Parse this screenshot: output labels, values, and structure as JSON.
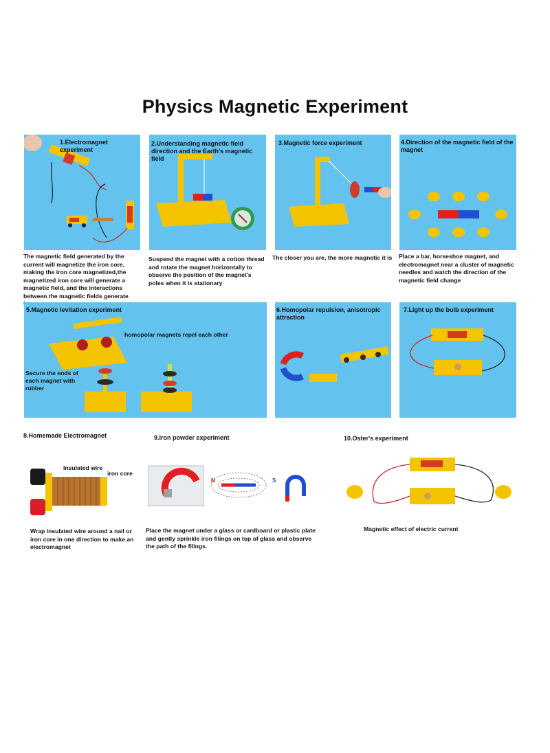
{
  "page_title": "Physics Magnetic Experiment",
  "experiments": [
    {
      "num_title": "1.Electromagnet experiment",
      "description": "The magnetic field generated by the current will magnetize the iron core, making the iron core magnetized,the magnetized iron core will generate a magnetic field, and the interactions between the magnetic fields generate forces"
    },
    {
      "num_title": "2.Understanding magnetic field direction and the Earth's magnetic field",
      "description": "Suspend the magnet with a cotton thread and rotate the magnet horizontally to observe the position of the magnet's poles when it is stationary"
    },
    {
      "num_title": "3.Magnetic force experiment",
      "description": "The closer you are, the more magnetic it is"
    },
    {
      "num_title": "4.Direction of the magnetic field of the magnet",
      "description": "Place a bar, horseshoe magnet, and electromagnet near a cluster of magnetic needles and watch the direction of the magnetic field change"
    },
    {
      "num_title": "5.Magnetic levitation experiment",
      "labels": [
        "homopolar magnets repel each other",
        "Secure the ends of each magnet with rubber"
      ]
    },
    {
      "num_title": "6.Homopolar repulsion, anisotropic attraction"
    },
    {
      "num_title": "7.Light up the bulb experiment"
    },
    {
      "num_title": "8.Homemade Electromagnet",
      "labels": [
        "Insulated wire",
        "iron core"
      ],
      "description": "Wrap insulated wire around a nail or iron core in one direction to make an electromagnet"
    },
    {
      "num_title": "9.Iron powder experiment",
      "pole_labels": [
        "N",
        "S"
      ],
      "description": "Place the magnet under a glass or cardboard or plastic plate and gently sprinkle iron filings on top of glass and observe the path of the filings."
    },
    {
      "num_title": "10.Oster's experiment",
      "description": "Magnetic effect of electric current"
    }
  ],
  "colors": {
    "panel_bg": "#63c3ee",
    "equipment_yellow": "#f5c400",
    "magnet_red": "#e02020",
    "magnet_blue": "#1f4fd0"
  }
}
